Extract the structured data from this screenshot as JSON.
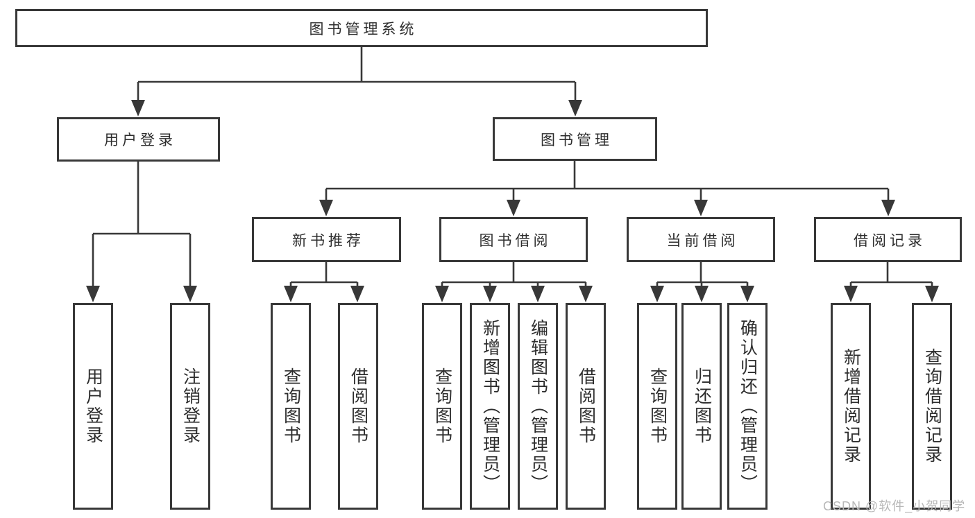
{
  "diagram": {
    "title": "图书管理系统",
    "level2": {
      "user_login": "用户登录",
      "book_mgmt": "图书管理"
    },
    "level3": {
      "new_books": "新书推荐",
      "book_borrow": "图书借阅",
      "current_borrow": "当前借阅",
      "borrow_records": "借阅记录"
    },
    "leaves": {
      "user_login": [
        "用户登录",
        "注销登录"
      ],
      "new_books": [
        "查询图书",
        "借阅图书"
      ],
      "book_borrow": [
        "查询图书",
        "新增图书（管理员）",
        "编辑图书（管理员）",
        "借阅图书"
      ],
      "current_borrow": [
        "查询图书",
        "归还图书",
        "确认归还（管理员）"
      ],
      "borrow_records": [
        "新增借阅记录",
        "查询借阅记录"
      ]
    },
    "watermark": "CSDN @软件_小贺同学",
    "colors": {
      "line": "#383838",
      "text": "#2d2d2d",
      "watermark": "#b8b8b8",
      "background": "#ffffff"
    }
  }
}
